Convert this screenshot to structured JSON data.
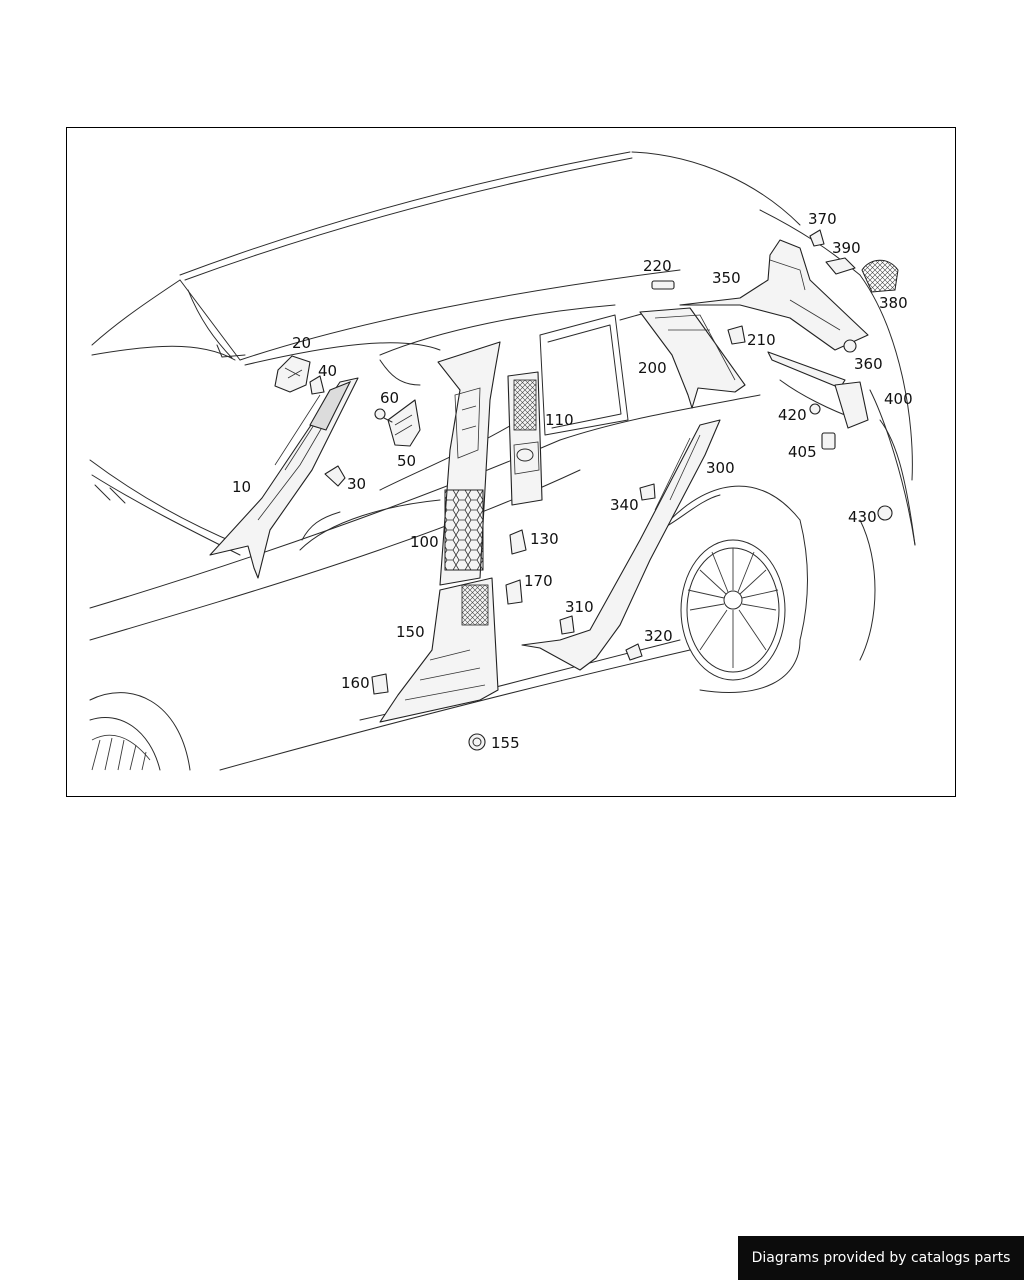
{
  "parts": {
    "p10": "10",
    "p20": "20",
    "p30": "30",
    "p40": "40",
    "p50": "50",
    "p60": "60",
    "p100": "100",
    "p110": "110",
    "p130": "130",
    "p150": "150",
    "p155": "155",
    "p160": "160",
    "p170": "170",
    "p200": "200",
    "p210": "210",
    "p220": "220",
    "p300": "300",
    "p310": "310",
    "p320": "320",
    "p340": "340",
    "p350": "350",
    "p360": "360",
    "p370": "370",
    "p380": "380",
    "p390": "390",
    "p400": "400",
    "p405": "405",
    "p420": "420",
    "p430": "430"
  },
  "footer": {
    "credit": "Diagrams provided by catalogs parts"
  }
}
